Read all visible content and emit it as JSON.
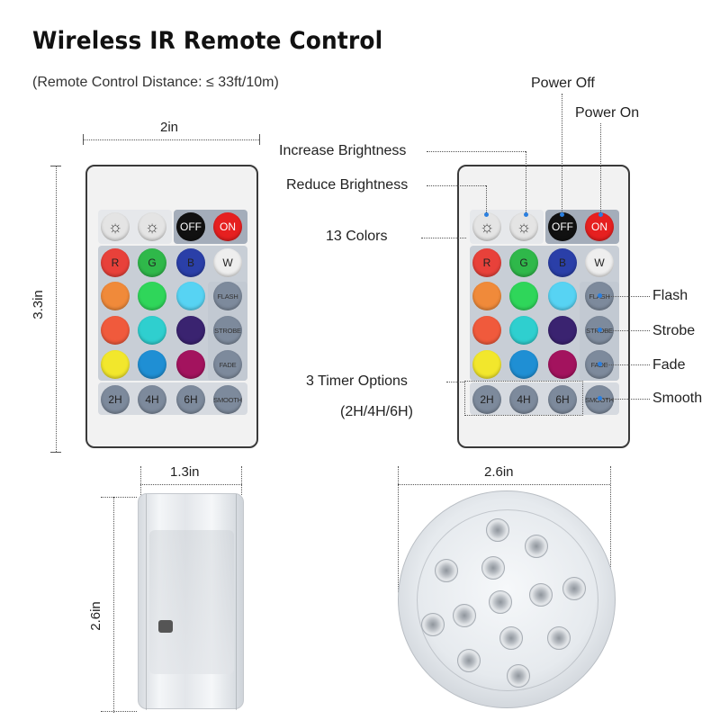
{
  "title": "Wireless IR Remote Control",
  "subtitle": "(Remote Control Distance: ≤ 33ft/10m)",
  "dimensions": {
    "remote_width": "2in",
    "remote_height": "3.3in",
    "side_width": "1.3in",
    "side_height": "2.6in",
    "diameter": "2.6in"
  },
  "buttons": {
    "off": "OFF",
    "on": "ON",
    "r": "R",
    "g": "G",
    "b": "B",
    "w": "W",
    "flash": "FLASH",
    "strobe": "STROBE",
    "fade": "FADE",
    "smooth": "SMOOTH",
    "t2": "2H",
    "t4": "4H",
    "t6": "6H",
    "bright_icon": "☼"
  },
  "callouts": {
    "power_off": "Power Off",
    "power_on": "Power On",
    "increase": "Increase Brightness",
    "reduce": "Reduce Brightness",
    "colors": "13 Colors",
    "flash": "Flash",
    "strobe": "Strobe",
    "fade": "Fade",
    "smooth": "Smooth",
    "timer": "3 Timer Options",
    "timer_sub": "(2H/4H/6H)"
  },
  "colors": {
    "red": "#e8413a",
    "green": "#2fb84a",
    "blue": "#2a3fa8",
    "orange": "#f08a3a",
    "lime": "#2fd65a",
    "sky": "#57d3f3",
    "coral": "#f05a3c",
    "teal": "#2fcfcf",
    "violet": "#3a2370",
    "yellow": "#f2e72c",
    "azure": "#1f8fd4",
    "magenta": "#a3135e",
    "off_bg": "#111111",
    "on_bg": "#e62020"
  }
}
